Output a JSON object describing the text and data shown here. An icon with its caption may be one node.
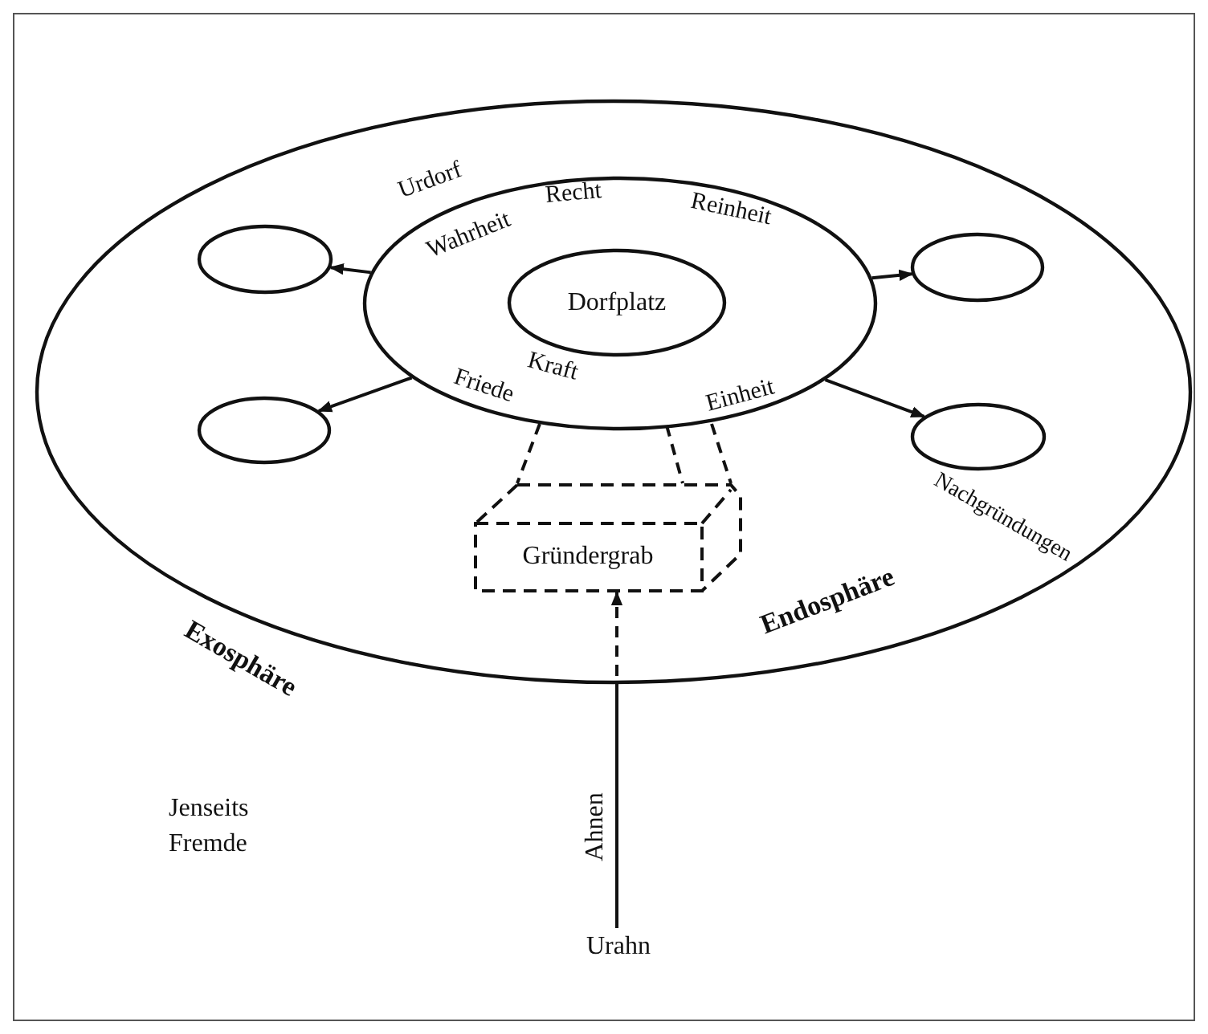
{
  "diagram": {
    "nodes": [
      {
        "text": [
          "Exosphäre",
          "Endosphäre"
        ]
      },
      {
        "text": [
          "Urdorf",
          "Wahrheit",
          "Recht",
          "Reinheit",
          "Kraft",
          "Friede",
          "Einheit"
        ],
        "in": 0
      },
      {
        "text": [
          "Dorfplatz"
        ],
        "in": 1
      },
      {
        "text": [],
        "shape": "ellipse",
        "in": 0
      },
      {
        "text": [],
        "shape": "ellipse",
        "in": 0
      },
      {
        "text": [],
        "shape": "ellipse",
        "in": 0
      },
      {
        "text": [],
        "shape": "ellipse",
        "in": 0,
        "beside": [
          "Nachgründungen"
        ]
      },
      {
        "text": [
          "Gründergrab"
        ],
        "in": 0
      },
      {
        "text": [
          "Urahn"
        ]
      }
    ],
    "edges": [
      {
        "from": 1,
        "to": 3,
        "arrow": "to"
      },
      {
        "from": 1,
        "to": 4,
        "arrow": "to"
      },
      {
        "from": 1,
        "to": 5,
        "arrow": "to"
      },
      {
        "from": 1,
        "to": 6,
        "arrow": "to"
      },
      {
        "from": 8,
        "to": 7,
        "arrow": "to",
        "label": "Ahnen",
        "style": "dashed"
      },
      {
        "from": 1,
        "to": 7,
        "arrow": "none",
        "style": "dashed"
      },
      {
        "from": 1,
        "to": 7,
        "arrow": "none",
        "style": "dashed"
      },
      {
        "from": 1,
        "to": 7,
        "arrow": "none",
        "style": "dashed"
      }
    ],
    "labels": [
      "Jenseits",
      "Fremde"
    ]
  }
}
